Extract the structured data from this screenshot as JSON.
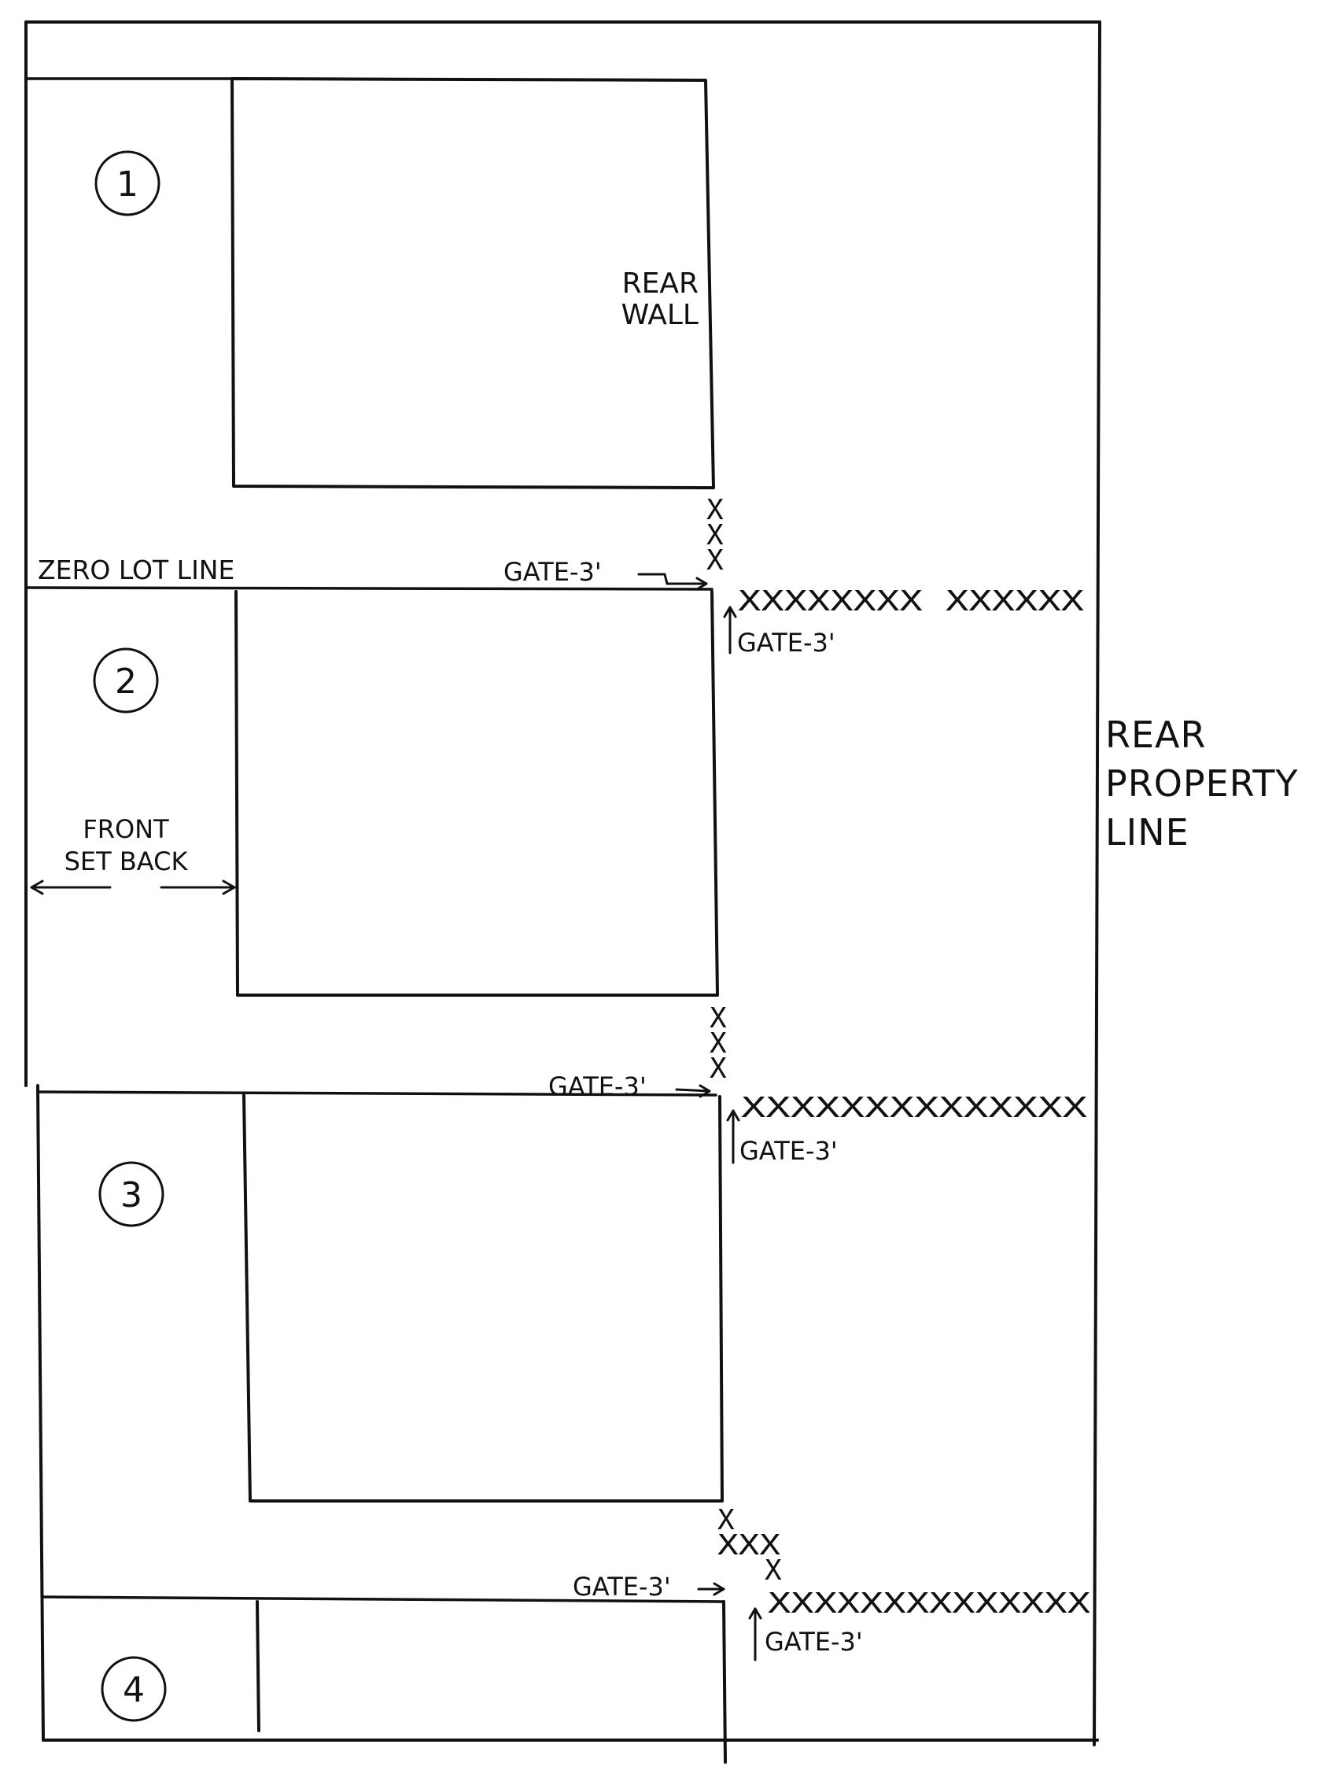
{
  "diagram": {
    "lots": [
      {
        "number": "1"
      },
      {
        "number": "2"
      },
      {
        "number": "3"
      },
      {
        "number": "4"
      }
    ],
    "labels": {
      "rear_wall_line1": "REAR",
      "rear_wall_line2": "WALL",
      "zero_lot_line": "ZERO LOT LINE",
      "front_set_back_line1": "FRONT",
      "front_set_back_line2": "SET BACK",
      "rear_property_line1": "REAR",
      "rear_property_line2": "PROPERTY",
      "rear_property_line3": "LINE",
      "gate": "GATE-3'"
    },
    "fences": {
      "row_1": "XXXXXXXX XXXXXX",
      "row_2": "XXXXXXXXXXXXXX",
      "row_3": "XXXXXXXXXXXXXX",
      "x_mark": "X",
      "xxx_mark": "XXX"
    },
    "colors": {
      "ink": "#111111",
      "paper": "#ffffff"
    }
  }
}
